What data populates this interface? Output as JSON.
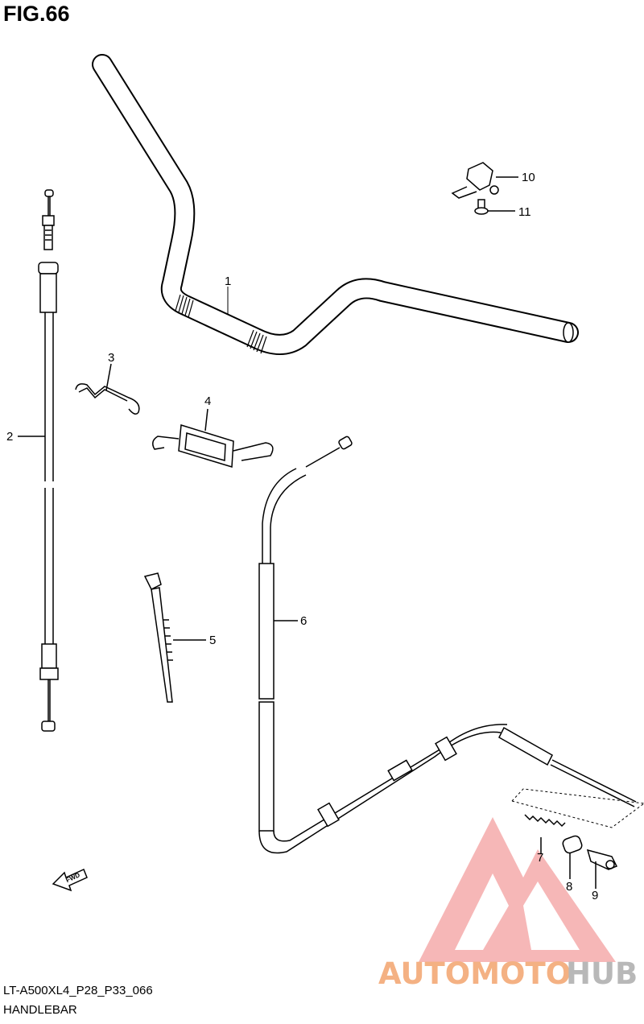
{
  "figure": {
    "title": "FIG.66",
    "code": "LT-A500XL4_P28_P33_066",
    "name": "HANDLEBAR"
  },
  "callouts": [
    {
      "id": "1",
      "label": "1"
    },
    {
      "id": "2",
      "label": "2"
    },
    {
      "id": "3",
      "label": "3"
    },
    {
      "id": "4",
      "label": "4"
    },
    {
      "id": "5",
      "label": "5"
    },
    {
      "id": "6",
      "label": "6"
    },
    {
      "id": "7",
      "label": "7"
    },
    {
      "id": "8",
      "label": "8"
    },
    {
      "id": "9",
      "label": "9"
    },
    {
      "id": "10",
      "label": "10"
    },
    {
      "id": "11",
      "label": "11"
    }
  ],
  "fwd_label": "FWD",
  "watermark": {
    "part1": "AUTOMOTO",
    "part2": "HUB",
    "color1": "#f4b183",
    "color2": "#bfbfbf",
    "triangle_color": "#f08080"
  }
}
